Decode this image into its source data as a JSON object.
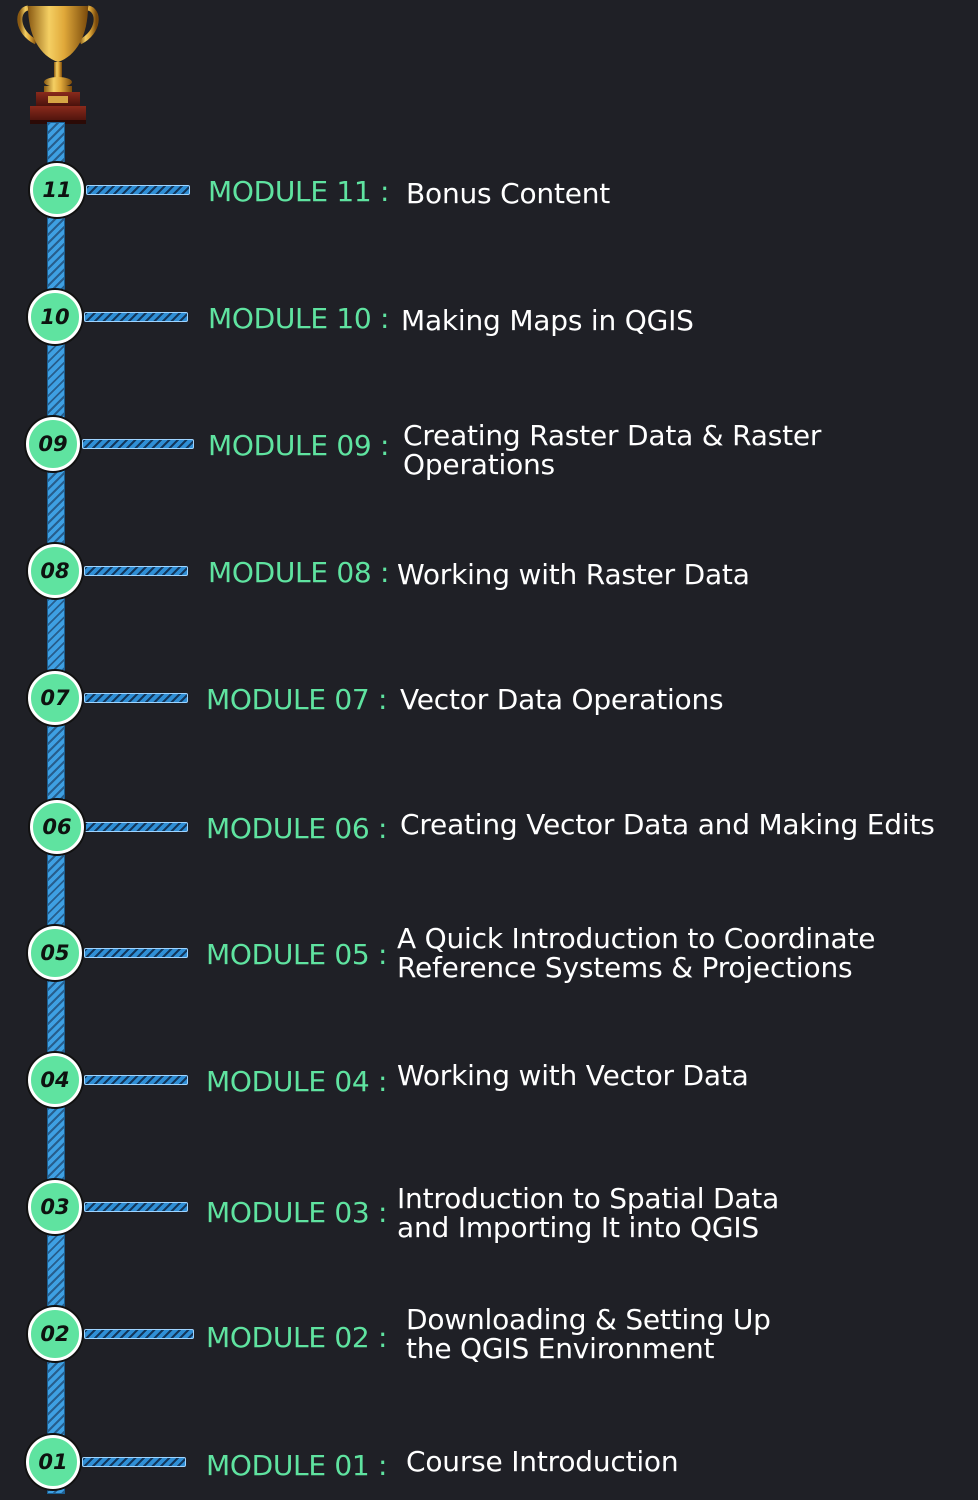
{
  "colors": {
    "background": "#1f2026",
    "module_label": "#5fe3a0",
    "badge_fill": "#5fe3a0",
    "title_text": "#ffffff",
    "line": "#3ea0e3"
  },
  "icons": {
    "top": "trophy-icon"
  },
  "modules": [
    {
      "number": "11",
      "label": "MODULE 11 :",
      "title_line1": "Bonus Content",
      "title_line2": ""
    },
    {
      "number": "10",
      "label": "MODULE 10 :",
      "title_line1": "Making Maps in QGIS",
      "title_line2": ""
    },
    {
      "number": "09",
      "label": "MODULE 09 :",
      "title_line1": "Creating Raster Data & Raster",
      "title_line2": "Operations"
    },
    {
      "number": "08",
      "label": "MODULE 08 :",
      "title_line1": "Working with Raster Data",
      "title_line2": ""
    },
    {
      "number": "07",
      "label": "MODULE 07 :",
      "title_line1": "Vector Data Operations",
      "title_line2": ""
    },
    {
      "number": "06",
      "label": "MODULE 06 :",
      "title_line1": "Creating Vector Data and Making Edits",
      "title_line2": ""
    },
    {
      "number": "05",
      "label": "MODULE 05 :",
      "title_line1": "A Quick Introduction to Coordinate",
      "title_line2": "Reference Systems & Projections"
    },
    {
      "number": "04",
      "label": "MODULE 04 :",
      "title_line1": "Working with Vector Data",
      "title_line2": ""
    },
    {
      "number": "03",
      "label": "MODULE 03 :",
      "title_line1": "Introduction to Spatial Data",
      "title_line2": "and Importing It into QGIS"
    },
    {
      "number": "02",
      "label": "MODULE 02 :",
      "title_line1": "Downloading & Setting Up",
      "title_line2": "the QGIS Environment"
    },
    {
      "number": "01",
      "label": "MODULE 01 :",
      "title_line1": "Course Introduction",
      "title_line2": ""
    }
  ]
}
